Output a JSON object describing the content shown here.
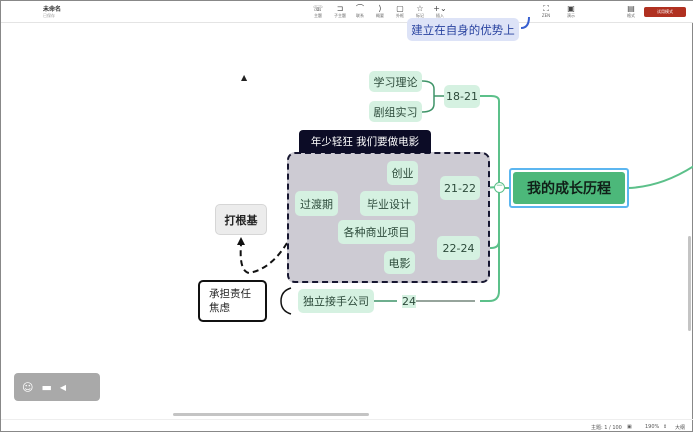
{
  "header": {
    "title": "未命名",
    "subtitle": "已保存",
    "trial_button": "试用模式"
  },
  "toolbar": [
    {
      "icon": "topic-icon",
      "glyph": "☏",
      "label": "主题"
    },
    {
      "icon": "subtopic-icon",
      "glyph": "⊐",
      "label": "子主题"
    },
    {
      "icon": "relationship-icon",
      "glyph": "⌒",
      "label": "联系"
    },
    {
      "icon": "summary-icon",
      "glyph": "⟩",
      "label": "概要"
    },
    {
      "icon": "boundary-icon",
      "glyph": "▢",
      "label": "外框"
    },
    {
      "icon": "marker-icon",
      "glyph": "☆",
      "label": "标记"
    },
    {
      "icon": "insert-icon",
      "glyph": "+⌄",
      "label": "插入"
    },
    {
      "icon": "zen-icon",
      "glyph": "⛶",
      "label": "ZEN"
    },
    {
      "icon": "present-icon",
      "glyph": "▣",
      "label": "演示"
    },
    {
      "icon": "format-icon",
      "glyph": "▤",
      "label": "格式"
    }
  ],
  "map": {
    "top_partial": "建立在自身的优势上",
    "central": "我的成长历程",
    "branch_18_21": {
      "label": "18-21",
      "children": [
        "学习理论",
        "剧组实习"
      ]
    },
    "summary_label": "年少轻狂 我们要做电影",
    "branch_21_22": {
      "label": "21-22",
      "children": [
        "创业",
        "毕业设计"
      ],
      "sub": "过渡期"
    },
    "branch_22_24": {
      "label": "22-24",
      "children": [
        "各种商业项目",
        "电影"
      ]
    },
    "branch_24": {
      "label": "24",
      "children": [
        "独立接手公司"
      ]
    },
    "float_foundation": "打根基",
    "float_responsibility": "承担责任\n焦虑"
  },
  "status": {
    "topics": "主题: 1 / 100",
    "zoom": "190%",
    "outline": "大纲"
  },
  "colors": {
    "branch": "#5cc08a",
    "central": "#4cb87a",
    "accent": "#b03020"
  }
}
